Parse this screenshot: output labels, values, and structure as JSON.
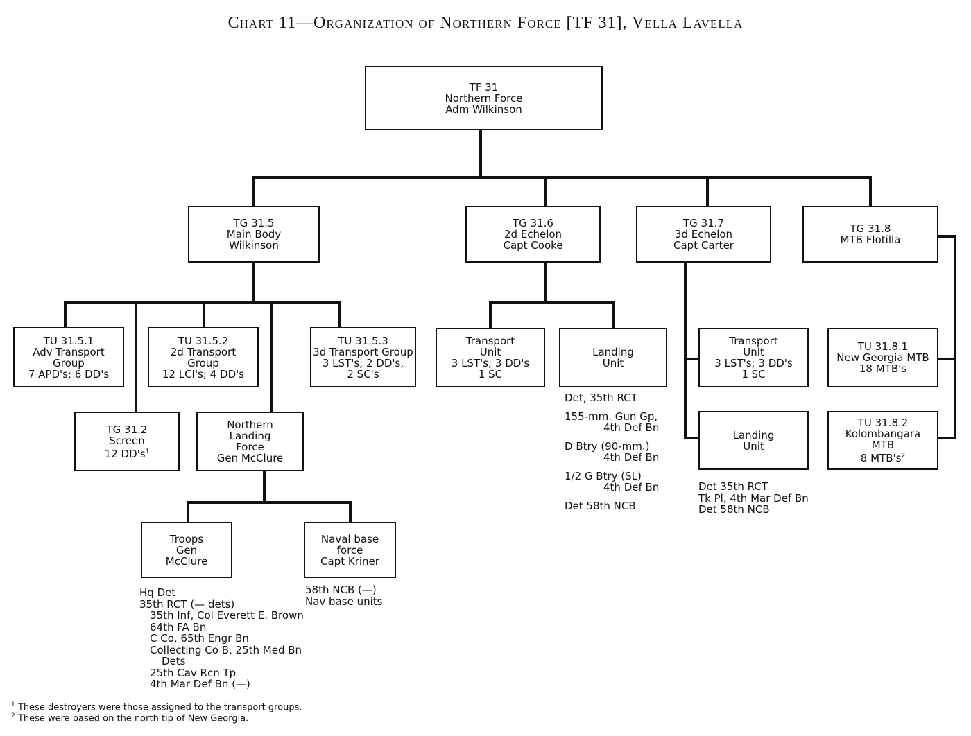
{
  "title": "Chart 11—Organization of Northern Force [TF 31], Vella Lavella",
  "boxes": {
    "tf31": {
      "lines": [
        "TF 31",
        "Northern Force",
        "Adm Wilkinson"
      ]
    },
    "tg315": {
      "lines": [
        "TG 31.5",
        "Main Body",
        "Wilkinson"
      ]
    },
    "tg316": {
      "lines": [
        "TG 31.6",
        "2d Echelon",
        "Capt Cooke"
      ]
    },
    "tg317": {
      "lines": [
        "TG 31.7",
        "3d Echelon",
        "Capt Carter"
      ]
    },
    "tg318": {
      "lines": [
        "TG 31.8",
        "MTB Flotilla"
      ]
    },
    "tu3151": {
      "lines": [
        "TU 31.5.1",
        "Adv Transport",
        "Group",
        "7 APD's; 6 DD's"
      ]
    },
    "tu3152": {
      "lines": [
        "TU 31.5.2",
        "2d Transport",
        "Group",
        "12 LCI's; 4 DD's"
      ]
    },
    "tu3153": {
      "lines": [
        "TU 31.5.3",
        "3d Transport Group",
        "3 LST's; 2 DD's,",
        "2 SC's"
      ]
    },
    "tg312": {
      "lines": [
        "TG 31.2",
        "Screen"
      ],
      "last": "12 DD's",
      "marker": "1"
    },
    "nlf": {
      "lines": [
        "Northern",
        "Landing",
        "Force",
        "Gen McClure"
      ]
    },
    "troops": {
      "lines": [
        "Troops",
        "Gen",
        "McClure"
      ]
    },
    "naval": {
      "lines": [
        "Naval base",
        "force",
        "Capt Kriner"
      ]
    },
    "tu316t": {
      "lines": [
        "Transport",
        "Unit",
        "3 LST's; 3 DD's",
        "1 SC"
      ]
    },
    "tu316l": {
      "lines": [
        "Landing",
        "Unit"
      ]
    },
    "tu317t": {
      "lines": [
        "Transport",
        "Unit",
        "3 LST's; 3 DD's",
        "1 SC"
      ]
    },
    "tu317l": {
      "lines": [
        "Landing",
        "Unit"
      ]
    },
    "tu3181": {
      "lines": [
        "TU 31.8.1",
        "New Georgia MTB",
        "18 MTB's"
      ]
    },
    "tu3182": {
      "lines": [
        "TU 31.8.2",
        "Kolombangara",
        "MTB"
      ],
      "last": "8 MTB's",
      "marker": "2"
    }
  },
  "notes": {
    "troops": [
      "Hq Det",
      "35th RCT (— dets)",
      "35th Inf, Col Everett E. Brown",
      "64th FA Bn",
      "C Co, 65th Engr Bn",
      "Collecting Co B, 25th Med Bn",
      "Dets",
      "25th Cav Rcn Tp",
      "4th Mar Def Bn (—)"
    ],
    "naval": [
      "58th NCB (—)",
      "Nav base units"
    ],
    "landing316": [
      "Det, 35th RCT",
      "155-mm. Gun Gp,",
      "4th Def Bn",
      "D Btry (90-mm.)",
      "4th Def Bn",
      "1/2 G Btry (SL)",
      "4th Def Bn",
      "Det 58th NCB"
    ],
    "landing317": [
      "Det 35th RCT",
      "Tk Pl, 4th Mar Def Bn",
      "Det 58th NCB"
    ]
  },
  "footnotes": [
    {
      "marker": "1",
      "text": "These destroyers were those assigned to the transport groups."
    },
    {
      "marker": "2",
      "text": "These were based on the north tip of New Georgia."
    }
  ]
}
